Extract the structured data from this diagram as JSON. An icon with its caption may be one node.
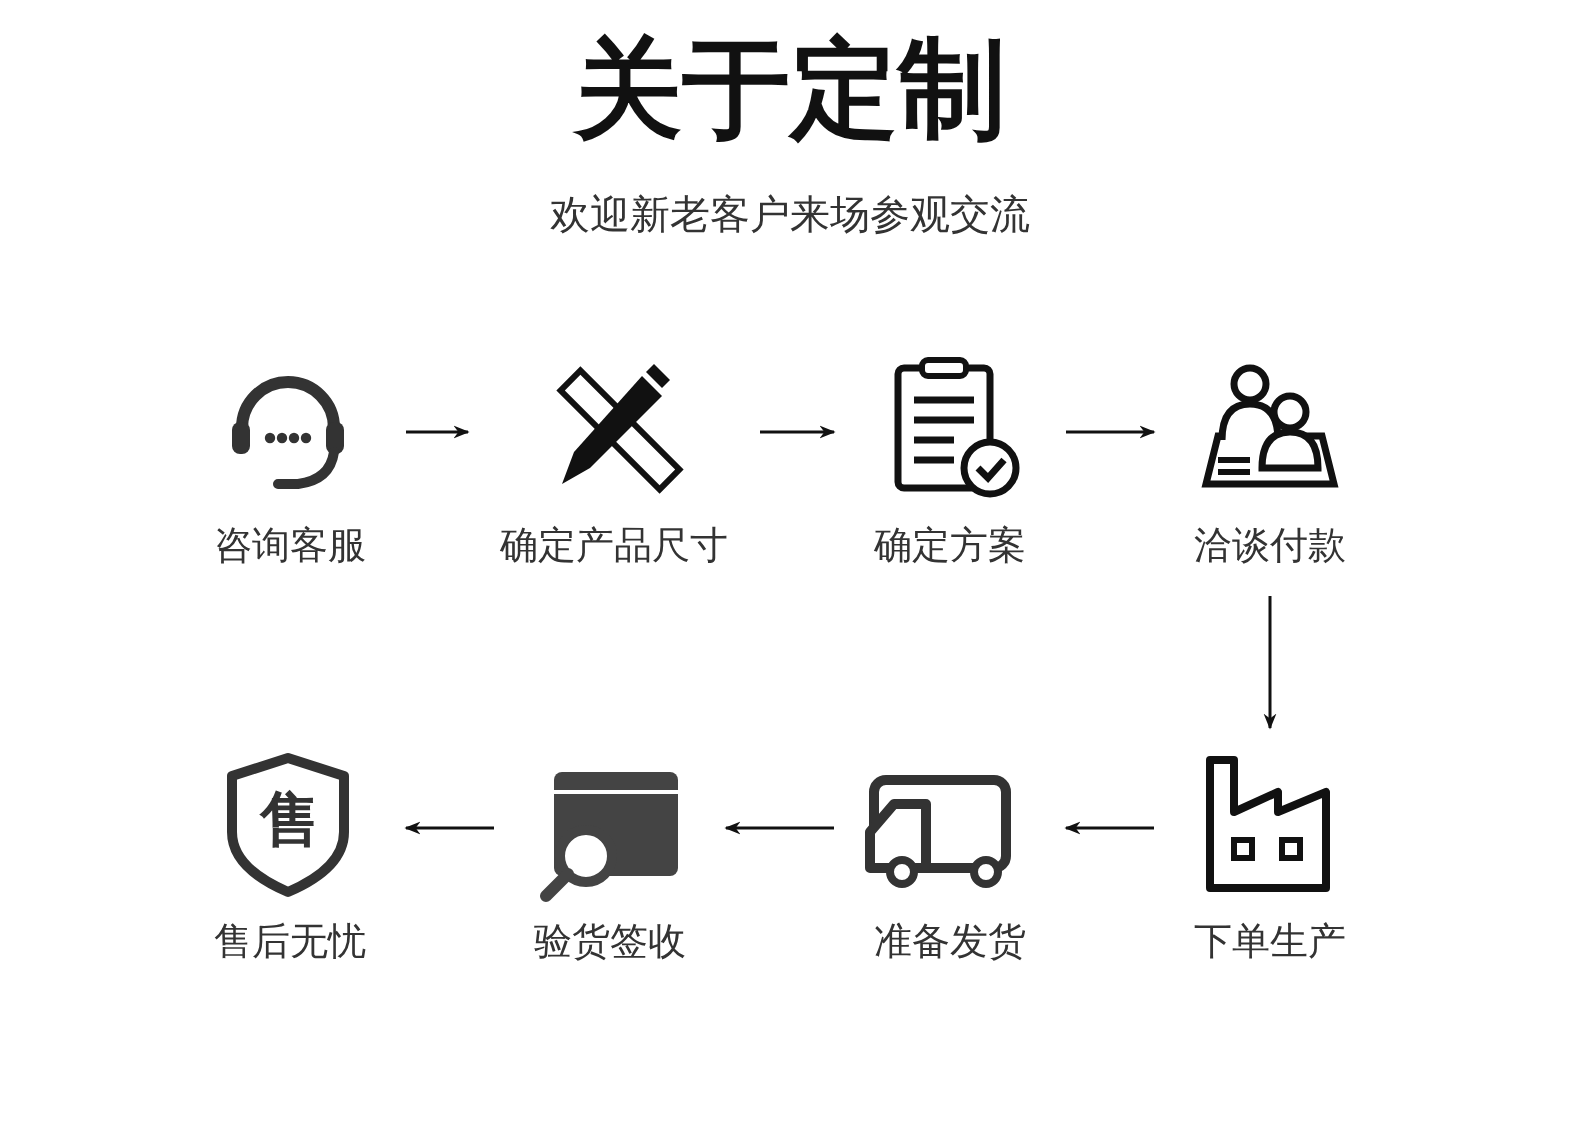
{
  "diagram": {
    "title": "关于定制",
    "caption": "欢迎新老客户来场参观交流",
    "nodes": [
      {
        "text": [
          "咨询客服"
        ]
      },
      {
        "text": [
          "确定产品尺寸"
        ]
      },
      {
        "text": [
          "确定方案"
        ]
      },
      {
        "text": [
          "洽谈付款"
        ]
      },
      {
        "text": [
          "下单生产"
        ]
      },
      {
        "text": [
          "准备发货"
        ]
      },
      {
        "text": [
          "验货签收"
        ]
      },
      {
        "text": [
          "售后无忧"
        ]
      }
    ],
    "edges": [
      {
        "from": 0,
        "to": 1,
        "arrow": "to"
      },
      {
        "from": 1,
        "to": 2,
        "arrow": "to"
      },
      {
        "from": 2,
        "to": 3,
        "arrow": "to"
      },
      {
        "from": 3,
        "to": 4,
        "arrow": "to"
      },
      {
        "from": 4,
        "to": 5,
        "arrow": "to"
      },
      {
        "from": 5,
        "to": 6,
        "arrow": "to"
      },
      {
        "from": 6,
        "to": 7,
        "arrow": "to"
      }
    ],
    "labels": [
      "售"
    ]
  }
}
